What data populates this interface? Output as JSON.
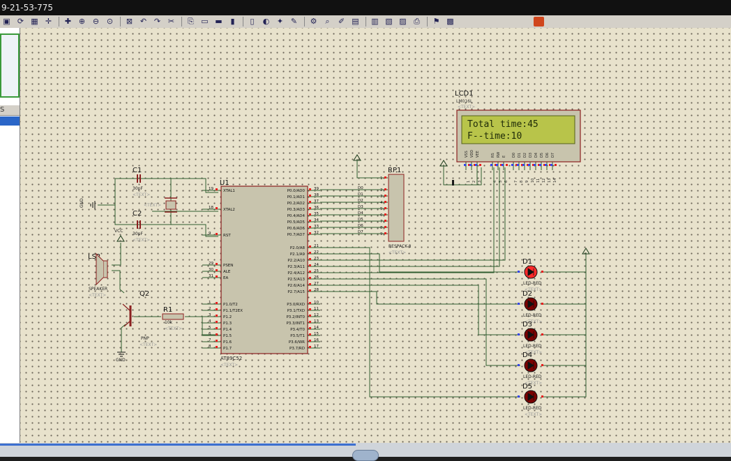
{
  "window_title": "9-21-53-775",
  "left_panel": {
    "tab_label": "S"
  },
  "schematic": {
    "lcd": {
      "ref": "LCD1",
      "model": "LM016L",
      "text_tag": "<TEXT>",
      "line1": "Total time:45",
      "line2": "F--time:10",
      "pin_labels": [
        "VSS",
        "VDD",
        "VEE",
        "RS",
        "RW",
        "E",
        "D0",
        "D1",
        "D2",
        "D3",
        "D4",
        "D5",
        "D6",
        "D7"
      ],
      "pin_numbers": [
        "1",
        "2",
        "3",
        "4",
        "5",
        "6",
        "7",
        "8",
        "9",
        "10",
        "11",
        "12",
        "13",
        "14"
      ]
    },
    "mcu": {
      "ref": "U1",
      "part": "AT89C52",
      "text_tag": "<TEXT>",
      "left_pins": [
        {
          "num": "19",
          "name": "XTAL1"
        },
        {
          "num": "18",
          "name": "XTAL2"
        },
        {
          "num": "9",
          "name": "RST"
        },
        {
          "num": "29",
          "name": "PSEN"
        },
        {
          "num": "30",
          "name": "ALE"
        },
        {
          "num": "31",
          "name": "EA"
        },
        {
          "num": "1",
          "name": "P1.0/T2"
        },
        {
          "num": "2",
          "name": "P1.1/T2EX"
        },
        {
          "num": "3",
          "name": "P1.2"
        },
        {
          "num": "4",
          "name": "P1.3"
        },
        {
          "num": "5",
          "name": "P1.4"
        },
        {
          "num": "6",
          "name": "P1.5"
        },
        {
          "num": "7",
          "name": "P1.6"
        },
        {
          "num": "8",
          "name": "P1.7"
        }
      ],
      "right_pins": [
        {
          "num": "39",
          "name": "P0.0/AD0"
        },
        {
          "num": "38",
          "name": "P0.1/AD1"
        },
        {
          "num": "37",
          "name": "P0.2/AD2"
        },
        {
          "num": "36",
          "name": "P0.3/AD3"
        },
        {
          "num": "35",
          "name": "P0.4/AD4"
        },
        {
          "num": "34",
          "name": "P0.5/AD5"
        },
        {
          "num": "33",
          "name": "P0.6/AD6"
        },
        {
          "num": "32",
          "name": "P0.7/AD7"
        },
        {
          "num": "21",
          "name": "P2.0/A8"
        },
        {
          "num": "22",
          "name": "P2.1/A9"
        },
        {
          "num": "23",
          "name": "P2.2/A10"
        },
        {
          "num": "24",
          "name": "P2.3/A11"
        },
        {
          "num": "25",
          "name": "P2.4/A12"
        },
        {
          "num": "26",
          "name": "P2.5/A13"
        },
        {
          "num": "27",
          "name": "P2.6/A14"
        },
        {
          "num": "28",
          "name": "P2.7/A15"
        },
        {
          "num": "10",
          "name": "P3.0/RXD"
        },
        {
          "num": "11",
          "name": "P3.1/TXD"
        },
        {
          "num": "12",
          "name": "P3.2/INT0"
        },
        {
          "num": "13",
          "name": "P3.3/INT1"
        },
        {
          "num": "14",
          "name": "P3.4/T0"
        },
        {
          "num": "15",
          "name": "P3.5/T1"
        },
        {
          "num": "16",
          "name": "P3.6/WR"
        },
        {
          "num": "17",
          "name": "P3.7/RD"
        }
      ]
    },
    "rp1": {
      "ref": "RP1",
      "part": "RESPACK-8",
      "text_tag": "<TEXT>",
      "pins": [
        "1",
        "2",
        "3",
        "4",
        "5",
        "6",
        "7",
        "8",
        "9"
      ],
      "net_labels": [
        "D0",
        "D1",
        "D2",
        "D3",
        "D4",
        "D5",
        "D6",
        "D7"
      ]
    },
    "c1": {
      "ref": "C1",
      "value": "30pF",
      "text_tag": "<TEXT>"
    },
    "c2": {
      "ref": "C2",
      "value": "30pF",
      "text_tag": "<TEXT>"
    },
    "crystal": {
      "text_tag": "<TEXT>"
    },
    "gnd_label": "GND",
    "vcc_label": "VCC",
    "speaker": {
      "ref": "LS2",
      "part": "SPEAKER",
      "text_tag": "<TEXT>"
    },
    "transistor": {
      "ref": "Q2",
      "part": "PNP",
      "text_tag": "<TEXT>"
    },
    "r1": {
      "ref": "R1",
      "value": "10k",
      "text_tag": "<TEXT>"
    },
    "leds": [
      {
        "ref": "D1",
        "part": "LED-RED",
        "text_tag": "<TEXT>",
        "lit": true
      },
      {
        "ref": "D2",
        "part": "LED-RED",
        "text_tag": "<TEXT>",
        "lit": false
      },
      {
        "ref": "D3",
        "part": "LED-RED",
        "text_tag": "<TEXT>",
        "lit": false
      },
      {
        "ref": "D4",
        "part": "LED-RED",
        "text_tag": "<TEXT>",
        "lit": false
      },
      {
        "ref": "D5",
        "part": "LED-RED",
        "text_tag": "<TEXT>",
        "lit": false
      }
    ]
  },
  "colors": {
    "canvas": "#e8e2cc",
    "wire": "#2f5d2f",
    "component_body": "#c8c4ad",
    "component_outline": "#8b2020",
    "lcd_screen": "#b8c44a",
    "led_on": "#ff2a2a",
    "led_off": "#7a0000"
  }
}
